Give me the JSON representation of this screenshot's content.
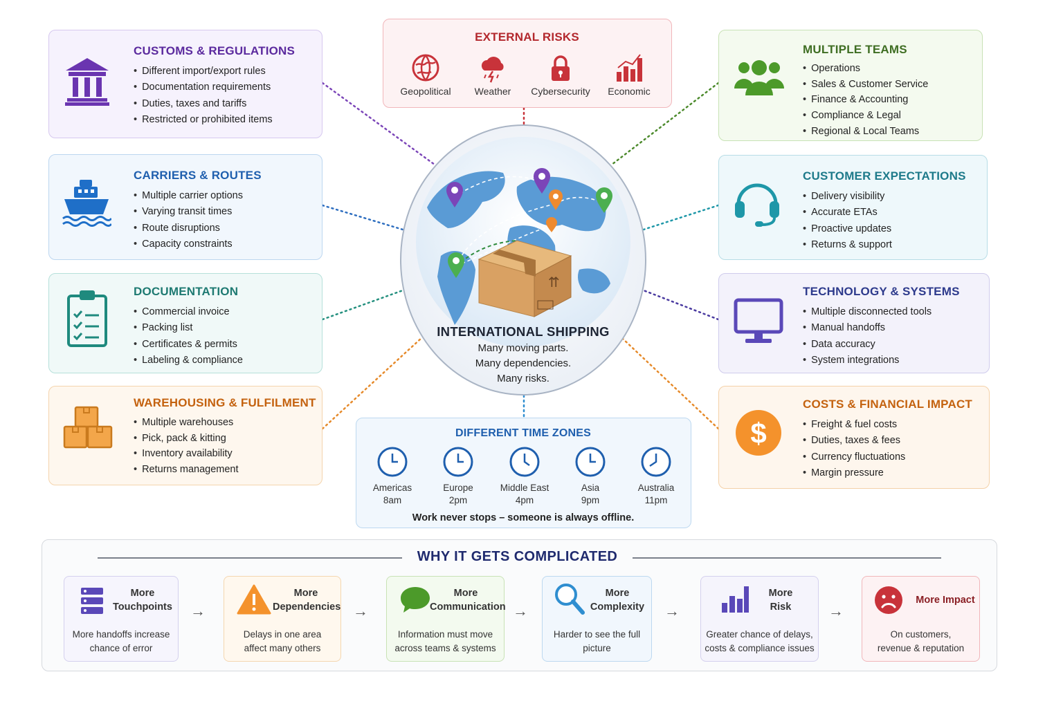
{
  "center": {
    "title": "INTERNATIONAL SHIPPING",
    "lines": [
      "Many moving parts.",
      "Many dependencies.",
      "Many risks."
    ]
  },
  "external_risks": {
    "title": "EXTERNAL RISKS",
    "items": [
      "Geopolitical",
      "Weather",
      "Cybersecurity",
      "Economic"
    ]
  },
  "customs": {
    "title": "CUSTOMS & REGULATIONS",
    "items": [
      "Different import/export rules",
      "Documentation requirements",
      "Duties, taxes and tariffs",
      "Restricted or prohibited items"
    ]
  },
  "carriers": {
    "title": "CARRIERS & ROUTES",
    "items": [
      "Multiple carrier options",
      "Varying transit times",
      "Route disruptions",
      "Capacity constraints"
    ]
  },
  "documentation": {
    "title": "DOCUMENTATION",
    "items": [
      "Commercial invoice",
      "Packing list",
      "Certificates & permits",
      "Labeling & compliance"
    ]
  },
  "warehousing": {
    "title": "WAREHOUSING & FULFILMENT",
    "items": [
      "Multiple warehouses",
      "Pick, pack & kitting",
      "Inventory availability",
      "Returns management"
    ]
  },
  "teams": {
    "title": "MULTIPLE TEAMS",
    "items": [
      "Operations",
      "Sales & Customer Service",
      "Finance & Accounting",
      "Compliance & Legal",
      "Regional & Local Teams"
    ]
  },
  "customer": {
    "title": "CUSTOMER EXPECTATIONS",
    "items": [
      "Delivery visibility",
      "Accurate ETAs",
      "Proactive updates",
      "Returns & support"
    ]
  },
  "technology": {
    "title": "TECHNOLOGY & SYSTEMS",
    "items": [
      "Multiple disconnected tools",
      "Manual handoffs",
      "Data accuracy",
      "System integrations"
    ]
  },
  "costs": {
    "title": "COSTS & FINANCIAL IMPACT",
    "items": [
      "Freight & fuel costs",
      "Duties, taxes & fees",
      "Currency fluctuations",
      "Margin pressure"
    ]
  },
  "timezones": {
    "title": "DIFFERENT TIME ZONES",
    "zones": [
      {
        "region": "Americas",
        "time": "8am"
      },
      {
        "region": "Europe",
        "time": "2pm"
      },
      {
        "region": "Middle East",
        "time": "4pm"
      },
      {
        "region": "Asia",
        "time": "9pm"
      },
      {
        "region": "Australia",
        "time": "11pm"
      }
    ],
    "footer": "Work never stops – someone is always offline."
  },
  "why": {
    "title": "WHY IT GETS COMPLICATED",
    "arrow": "→",
    "steps": [
      {
        "title": [
          "More",
          "Touchpoints"
        ],
        "desc": [
          "More handoffs increase",
          "chance of error"
        ]
      },
      {
        "title": [
          "More",
          "Dependencies"
        ],
        "desc": [
          "Delays in one area",
          "affect many others"
        ]
      },
      {
        "title": [
          "More",
          "Communication"
        ],
        "desc": [
          "Information must move",
          "across teams & systems"
        ]
      },
      {
        "title": [
          "More",
          "Complexity"
        ],
        "desc": [
          "Harder to see the full",
          "picture"
        ]
      },
      {
        "title": [
          "More",
          "Risk"
        ],
        "desc": [
          "Greater chance of delays,",
          "costs & compliance issues"
        ]
      },
      {
        "title": [
          "More Impact"
        ],
        "desc": [
          "On customers,",
          "revenue & reputation"
        ]
      }
    ]
  },
  "colors": {
    "purple": "#5b2a9e",
    "blue": "#1f5fae",
    "teal": "#1e7a72",
    "orange": "#c4620f",
    "green": "#3f6e23",
    "cyan": "#1d7a8a",
    "navy": "#2d3a8c",
    "red": "#b3282d"
  }
}
